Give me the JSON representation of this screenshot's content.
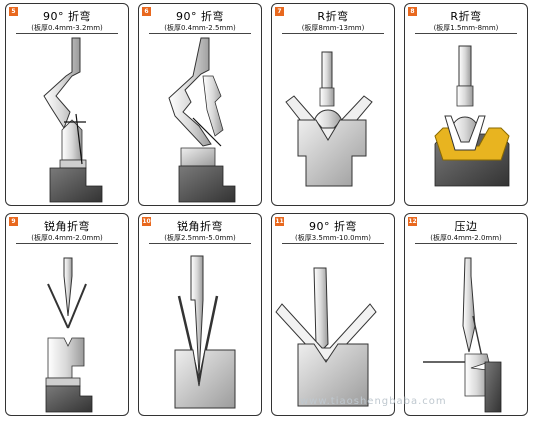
{
  "cards": [
    {
      "number": "5",
      "title": "90° 折弯",
      "subtitle": "(板厚0.4mm-3.2mm)"
    },
    {
      "number": "6",
      "title": "90° 折弯",
      "subtitle": "(板厚0.4mm-2.5mm)"
    },
    {
      "number": "7",
      "title": "R折弯",
      "subtitle": "(板厚8mm-13mm)"
    },
    {
      "number": "8",
      "title": "R折弯",
      "subtitle": "(板厚1.5mm-8mm)"
    },
    {
      "number": "9",
      "title": "锐角折弯",
      "subtitle": "(板厚0.4mm-2.0mm)"
    },
    {
      "number": "10",
      "title": "锐角折弯",
      "subtitle": "(板厚2.5mm-5.0mm)"
    },
    {
      "number": "11",
      "title": "90° 折弯",
      "subtitle": "(板厚3.5mm-10.0mm)"
    },
    {
      "number": "12",
      "title": "压边",
      "subtitle": "(板厚0.4mm-2.0mm)"
    }
  ],
  "watermark": "www.tiaoshengbaba.com",
  "colors": {
    "badge": "#e8681e",
    "punch_light": "#f2f2f2",
    "die_dark": "#555555",
    "urethane": "#e8b420"
  }
}
